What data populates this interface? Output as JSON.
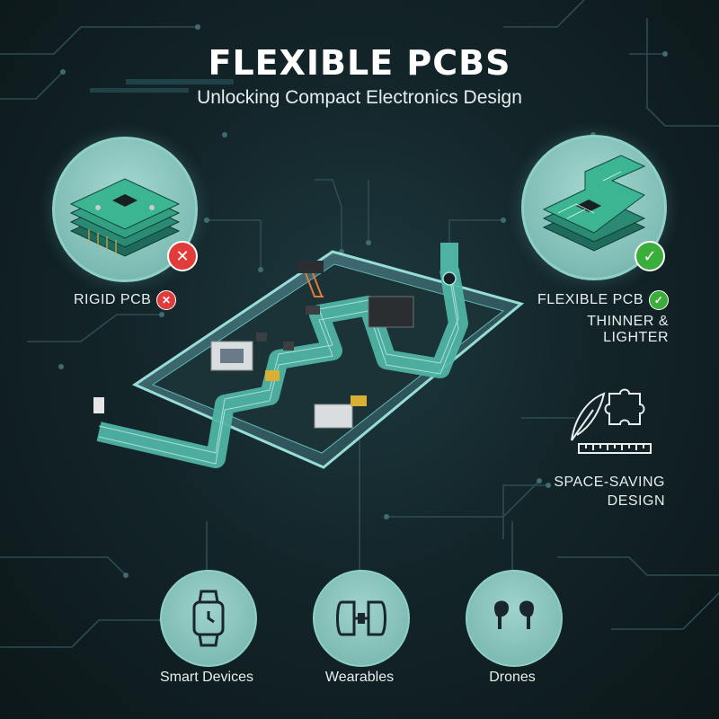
{
  "header": {
    "title": "FLEXIBLE PCBS",
    "subtitle": "Unlocking Compact Electronics Design"
  },
  "comparison": {
    "rigid": {
      "label": "RIGID PCB",
      "status_icon": "cross-icon",
      "status_color": "#e23b3b"
    },
    "flexible": {
      "label_line1": "FLEXIBLE PCB",
      "label_line2": "THINNER & LIGHTER",
      "status_icon": "check-icon",
      "status_color": "#3aad3a"
    }
  },
  "feature": {
    "label_line1": "SPACE-SAVING",
    "label_line2": "DESIGN",
    "icons": [
      "feather-icon",
      "puzzle-icon",
      "ruler-icon"
    ]
  },
  "applications": [
    {
      "label": "Smart Devices",
      "icon": "smartwatch-icon"
    },
    {
      "label": "Wearables",
      "icon": "wearable-band-icon"
    },
    {
      "label": "Drones",
      "icon": "earbuds-icon"
    }
  ],
  "colors": {
    "background": "#132529",
    "accent_teal": "#7dbcb4",
    "pcb_green": "#2e8f7e",
    "flex_trace": "#4fb3a4"
  }
}
